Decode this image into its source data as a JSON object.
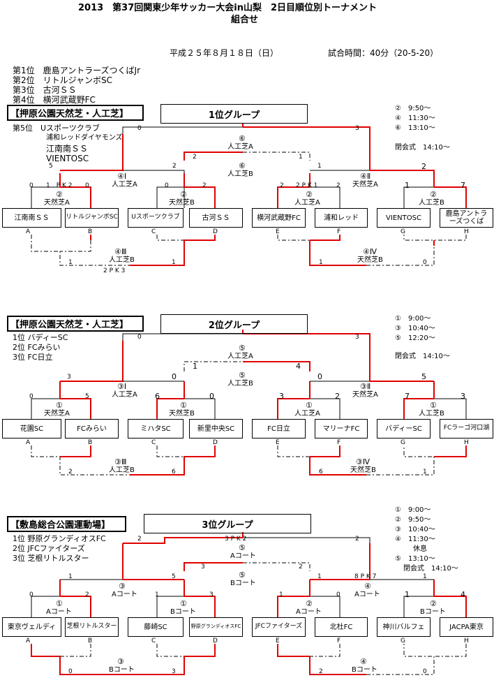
{
  "header": {
    "title": "2013　第37回関東少年サッカー大会in山梨　2日目順位別トーナメント",
    "subtitle": "組合せ",
    "date": "平成２５年８月１８日（日）",
    "match_time": "試合時間：40分（20-5-20）"
  },
  "g1": {
    "venue": "【押原公園天然芝・人工芝】",
    "title": "1位グループ",
    "ranks": [
      "第1位　鹿島アントラーズつくばJr",
      "第2位　リトルジャンボSC",
      "第3位　古河ＳＳ",
      "第4位　横河武蔵野FC",
      "第5位　Uスポーツクラブ",
      "浦和レッドダイヤモンズ",
      "江南南ＳＳ",
      "VIENTOSC"
    ],
    "schedule": [
      "②　9:50～",
      "④　11:30～",
      "⑥　13:10～"
    ],
    "closing": "閉会式　14:10～",
    "teams": [
      "江南南ＳＳ",
      "リトルジャンボSC",
      "Uスポーツクラブ",
      "古河ＳＳ",
      "横河武蔵野FC",
      "浦和レッド",
      "VIENTOSC",
      "鹿島アントラーズつくば"
    ],
    "letters": [
      "A",
      "B",
      "C",
      "D",
      "E",
      "F",
      "G",
      "H"
    ],
    "m1": {
      "num": "②",
      "court": "天然芝A",
      "l": "0",
      "r": "0",
      "pk": "1　P K 2"
    },
    "m2": {
      "num": "②",
      "court": "天然芝B",
      "l": "0",
      "r": "2"
    },
    "m3": {
      "num": "②",
      "court": "人工芝A",
      "l": "2",
      "r": "2",
      "pk": "2  P K 1"
    },
    "m4": {
      "num": "②",
      "court": "人工芝B",
      "l": "1",
      "r": "7"
    },
    "s1": {
      "num": "④Ⅰ",
      "court": "人工芝A",
      "l": "5",
      "r": "2"
    },
    "s2": {
      "num": "④Ⅱ",
      "court": "天然芝A",
      "l": "1",
      "r": "2"
    },
    "f": {
      "num": "⑥",
      "court": "人工芝A",
      "l": "0",
      "r": "3"
    },
    "third": {
      "num": "⑥",
      "court": "人工芝B",
      "l": "2",
      "r": "1"
    },
    "c1": {
      "num": "④Ⅲ",
      "court": "人工芝B",
      "l": "1",
      "r": "1",
      "pk": "2 P K 3"
    },
    "c2": {
      "num": "④Ⅳ",
      "court": "天然芝B",
      "l": "1",
      "r": "0"
    }
  },
  "g2": {
    "venue": "【押原公園天然芝・人工芝】",
    "title": "2位グループ",
    "ranks": [
      "1位  バディーSC",
      "2位  FCみらい",
      "3位  FC日立"
    ],
    "schedule": [
      "①　9:00～",
      "③　10:40～",
      "⑤　12:20～"
    ],
    "closing": "閉会式　14:10～",
    "teams": [
      "花園SC",
      "FCみらい",
      "ミハタSC",
      "新里中央SC",
      "FC日立",
      "マリーナFC",
      "バディーSC",
      "FCラーゴ河口湖"
    ],
    "letters": [
      "A",
      "B",
      "C",
      "D",
      "E",
      "F",
      "G",
      "H"
    ],
    "m1": {
      "num": "①",
      "court": "天然芝A",
      "l": "0",
      "r": "5"
    },
    "m2": {
      "num": "①",
      "court": "天然芝B",
      "l": "6",
      "r": "0"
    },
    "m3": {
      "num": "①",
      "court": "人工芝A",
      "l": "3",
      "r": "2"
    },
    "m4": {
      "num": "①",
      "court": "人工芝B",
      "l": "7",
      "r": "3"
    },
    "s1": {
      "num": "③Ⅰ",
      "court": "人工芝A",
      "l": "3",
      "r": "0"
    },
    "s2": {
      "num": "③Ⅱ",
      "court": "天然芝A",
      "l": "0",
      "r": "5"
    },
    "f": {
      "num": "⑤",
      "court": "人工芝A",
      "l": "0",
      "r": "3"
    },
    "third": {
      "num": "⑤",
      "court": "人工芝B",
      "l": "1",
      "r": "4"
    },
    "c1": {
      "num": "③Ⅲ",
      "court": "人工芝B",
      "l": "2",
      "r": "6"
    },
    "c2": {
      "num": "③Ⅳ",
      "court": "天然芝B",
      "l": "6",
      "r": "1"
    }
  },
  "g3": {
    "venue": "【敷島総合公園運動場】",
    "title": "3位グループ",
    "ranks": [
      "1位  野原グランディオスFC",
      "2位  JFCファイターズ",
      "3位  芝根リトルスター"
    ],
    "schedule": [
      "①　9:00～",
      "②　9:50～",
      "③　10:40～",
      "④　11:30～",
      "休息",
      "⑤　13:10～"
    ],
    "closing": "閉会式　14:10～",
    "teams": [
      "東京ヴェルディ",
      "芝根リトルスター",
      "藤崎SC",
      "野原グランディオスFC",
      "JFCファイターズ",
      "北杜FC",
      "神川バルフェ",
      "JACPA東京"
    ],
    "letters": [
      "A",
      "B",
      "C",
      "D",
      "E",
      "F",
      "G",
      "H"
    ],
    "m1": {
      "num": "①",
      "court": "Aコート",
      "l": "0",
      "r": "2"
    },
    "m2": {
      "num": "①",
      "court": "Bコート",
      "l": "1",
      "r": "3"
    },
    "m3": {
      "num": "②",
      "court": "Aコート",
      "l": "1",
      "r": "0"
    },
    "m4": {
      "num": "②",
      "court": "Bコート",
      "l": "1",
      "r": "4"
    },
    "s1": {
      "num": "③",
      "court": "Aコート",
      "l": "1",
      "r": "5"
    },
    "s2": {
      "num": "④",
      "court": "Aコート",
      "l": "1",
      "r": "1",
      "pk": "8 P K 7"
    },
    "f": {
      "num": "⑤",
      "court": "Aコート",
      "l": "2",
      "r": "2",
      "pk": "3  P K  2"
    },
    "third": {
      "num": "⑤",
      "court": "Bコート",
      "l": "3",
      "r": "2"
    },
    "c1": {
      "num": "③",
      "court": "Bコート",
      "l": "0",
      "r": "3"
    },
    "c2": {
      "num": "④",
      "court": "Bコート",
      "l": "2",
      "r": "0"
    }
  }
}
